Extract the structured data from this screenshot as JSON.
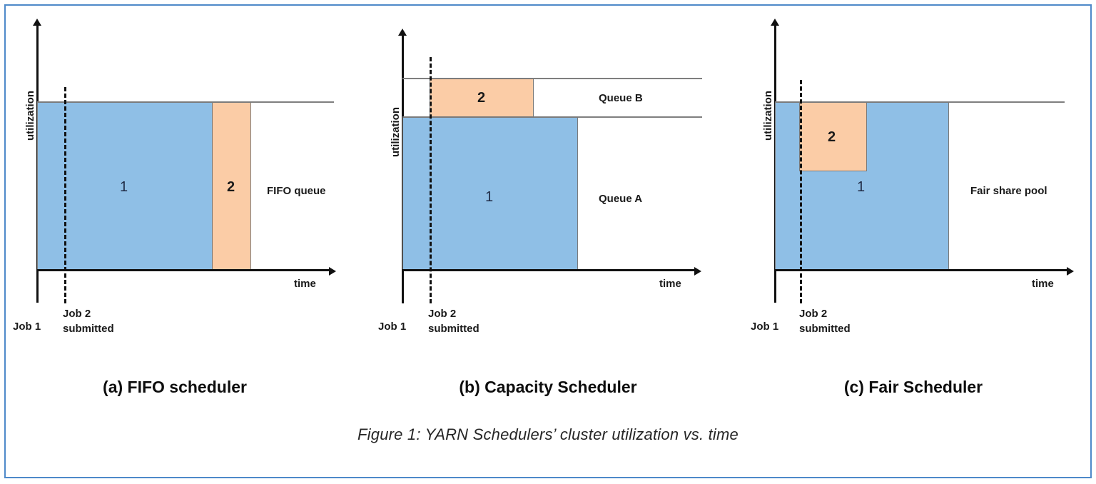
{
  "figure": {
    "caption": "Figure 1: YARN Schedulers’ cluster utilization vs. time",
    "border_color": "#4E89C9",
    "palette": {
      "job1_fill": "#8FBFE6",
      "job2_fill": "#FBCCA6",
      "block_stroke": "#7A7A7A",
      "axis": "#111111",
      "capacity_line": "#7F7F7F"
    }
  },
  "common": {
    "y_axis_label": "utilization",
    "x_axis_label": "time",
    "job1_marker": "Job 1",
    "job2_marker_line1": "Job 2",
    "job2_marker_line2": "submitted",
    "job1_block_label": "1",
    "job2_block_label": "2"
  },
  "panels": [
    {
      "id": "a",
      "caption": "(a) FIFO scheduler",
      "region_labels": [
        "FIFO queue"
      ],
      "description": "Job 1 occupies the full cluster until completion, then Job 2 runs"
    },
    {
      "id": "b",
      "caption": "(b) Capacity Scheduler",
      "region_labels": [
        "Queue B",
        "Queue A"
      ],
      "description": "Queue A holds Job 1 at its capacity; Queue B runs Job 2 concurrently in its own capacity band"
    },
    {
      "id": "c",
      "caption": "(c) Fair Scheduler",
      "region_labels": [
        "Fair share pool"
      ],
      "description": "Job 1 yields half the cluster to Job 2 while Job 2 is running, then reclaims it"
    }
  ],
  "chart_data": {
    "type": "area",
    "title": "YARN Schedulers’ cluster utilization vs. time",
    "xlabel": "time",
    "ylabel": "utilization",
    "grid": false,
    "legend": null,
    "xlim": [
      0,
      10
    ],
    "ylim": [
      0,
      1.3
    ],
    "panels": [
      {
        "name": "(a) FIFO scheduler",
        "capacity_lines": [
          {
            "label": "FIFO queue",
            "y": 1.0
          }
        ],
        "job2_submitted_x": 0.6,
        "series": [
          {
            "name": "1",
            "color": "#8FBFE6",
            "x_start": 0.0,
            "x_end": 5.1,
            "y_bottom": 0.0,
            "y_top": 1.0
          },
          {
            "name": "2",
            "color": "#FBCCA6",
            "x_start": 5.1,
            "x_end": 6.3,
            "y_bottom": 0.0,
            "y_top": 1.0
          }
        ]
      },
      {
        "name": "(b) Capacity Scheduler",
        "capacity_lines": [
          {
            "label": "Queue B",
            "y": 1.3
          },
          {
            "label": "Queue A",
            "y": 1.0
          }
        ],
        "job2_submitted_x": 0.6,
        "series": [
          {
            "name": "1",
            "color": "#8FBFE6",
            "x_start": 0.0,
            "x_end": 5.3,
            "y_bottom": 0.0,
            "y_top": 1.0
          },
          {
            "name": "2",
            "color": "#FBCCA6",
            "x_start": 0.6,
            "x_end": 3.9,
            "y_bottom": 1.0,
            "y_top": 1.3
          }
        ]
      },
      {
        "name": "(c) Fair Scheduler",
        "capacity_lines": [
          {
            "label": "Fair share pool",
            "y": 1.0
          }
        ],
        "job2_submitted_x": 0.6,
        "series": [
          {
            "name": "1",
            "color": "#8FBFE6",
            "x_start": 0.0,
            "x_end": 5.3,
            "y_bottom": 0.0,
            "y_top": 1.0
          },
          {
            "name": "2",
            "color": "#FBCCA6",
            "x_start": 0.6,
            "x_end": 2.3,
            "y_bottom": 0.58,
            "y_top": 1.0
          }
        ]
      }
    ]
  }
}
